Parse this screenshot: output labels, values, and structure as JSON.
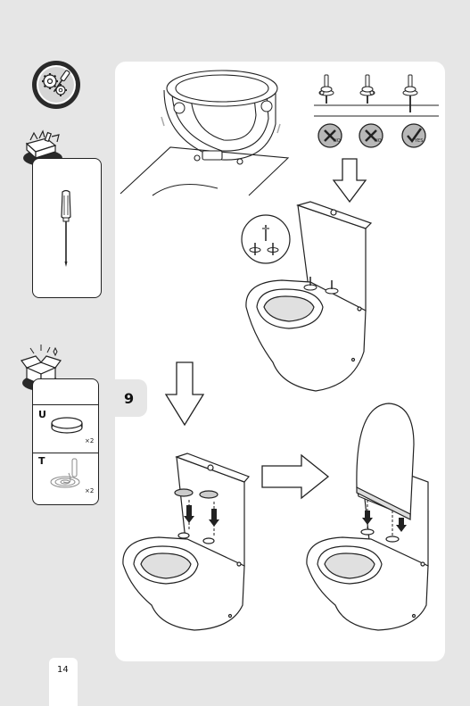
{
  "step": {
    "number": "9"
  },
  "page": {
    "number": "14"
  },
  "parts": [
    {
      "letter": "U",
      "qty": "×2",
      "icon": "cap-disc-icon"
    },
    {
      "letter": "T",
      "qty": "×2",
      "icon": "fixing-bolt-icon"
    }
  ],
  "bolt_checks": [
    {
      "label": "NO",
      "icon": "cross-icon"
    },
    {
      "label": "NO",
      "icon": "cross-icon"
    },
    {
      "label": "YES",
      "icon": "check-icon"
    }
  ],
  "tools": [
    "screwdriver-icon"
  ],
  "icons": {
    "settings_badge": "gears-screwdriver-icon",
    "toolbox": "toolbox-icon",
    "package": "open-box-icon"
  },
  "colors": {
    "page_bg": "#e6e6e6",
    "panel_bg": "#ffffff",
    "badge_dark": "#2a2a2a",
    "check_circle": "#b8b8b8"
  }
}
